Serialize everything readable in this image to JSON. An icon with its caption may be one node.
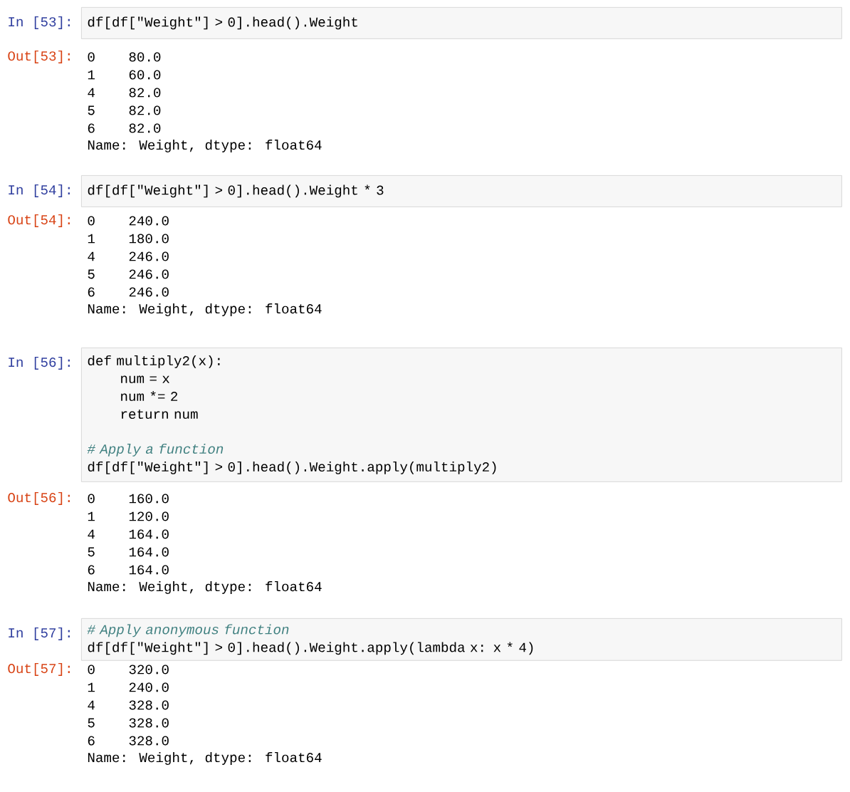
{
  "diagram": {
    "nodes": [
      {
        "text": [
          "df[df[\"Weight\"] > 0].head().Weight"
        ],
        "beside": [
          "In [53]:"
        ]
      },
      {
        "text": [
          "df[df[\"Weight\"] > 0].head().Weight * 3"
        ],
        "beside": [
          "In [54]:"
        ]
      },
      {
        "text": [
          "def multiply2(x):",
          "num = x",
          "num *= 2",
          "return num",
          "# Apply a function",
          "df[df[\"Weight\"] > 0].head().Weight.apply(multiply2)"
        ],
        "beside": [
          "In [56]:"
        ]
      },
      {
        "text": [
          "# Apply anonymous function",
          "df[df[\"Weight\"] > 0].head().Weight.apply(lambda x: x * 4)"
        ],
        "beside": [
          "In [57]:"
        ]
      }
    ],
    "labels": [
      "Out[53]:",
      "0",
      "80.0",
      "1",
      "60.0",
      "4",
      "82.0",
      "5",
      "82.0",
      "6",
      "82.0",
      "Name: Weight, dtype: float64",
      "Out[54]:",
      "0",
      "240.0",
      "1",
      "180.0",
      "4",
      "246.0",
      "5",
      "246.0",
      "6",
      "246.0",
      "Name: Weight, dtype: float64",
      "Out[56]:",
      "0",
      "160.0",
      "1",
      "120.0",
      "4",
      "164.0",
      "5",
      "164.0",
      "6",
      "164.0",
      "Name: Weight, dtype: float64",
      "Out[57]:",
      "0",
      "320.0",
      "1",
      "240.0",
      "4",
      "328.0",
      "5",
      "328.0",
      "6",
      "328.0",
      "Name: Weight, dtype: float64"
    ]
  }
}
